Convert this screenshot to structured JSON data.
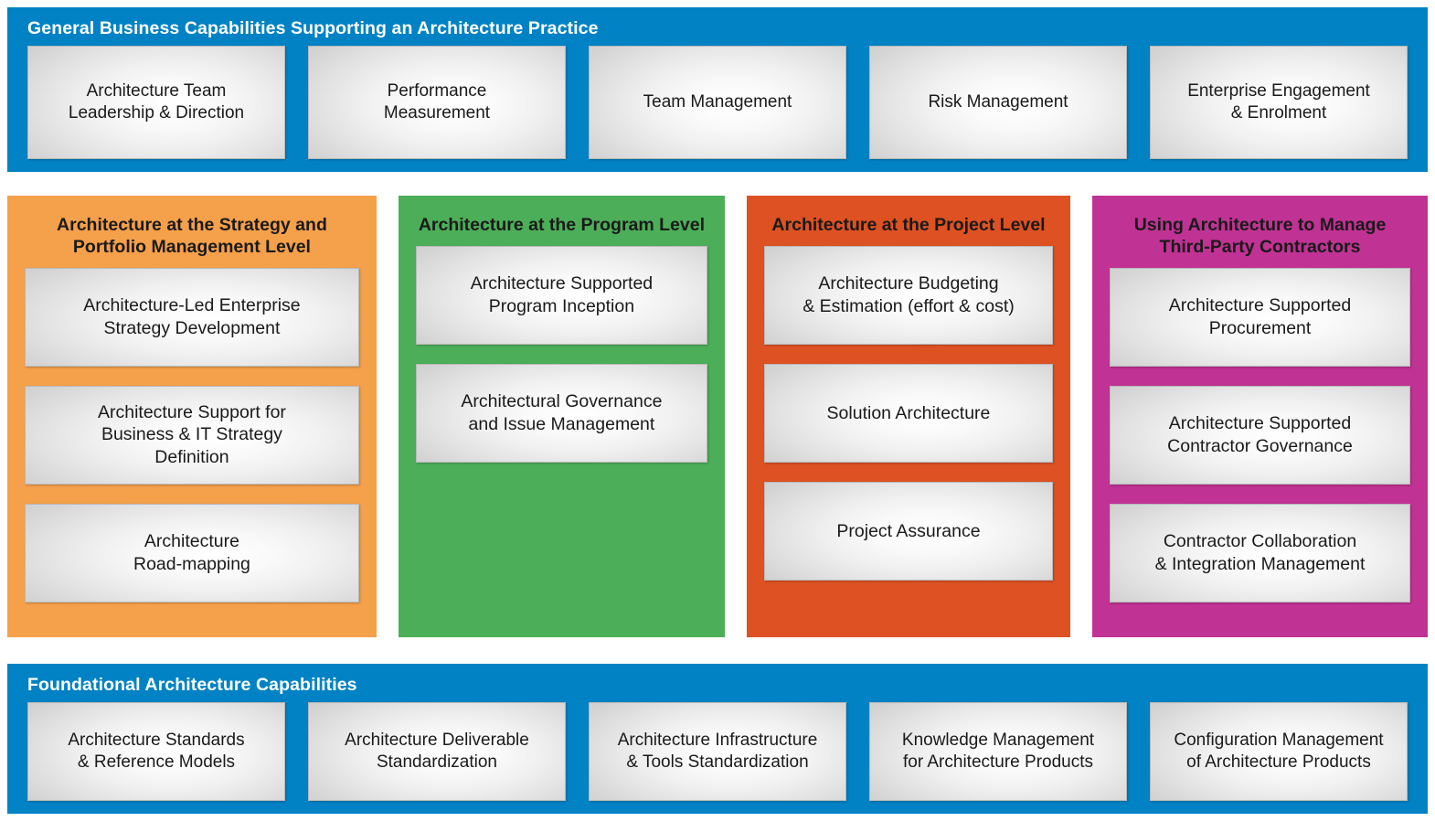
{
  "colors": {
    "banner_blue": "#0082c4",
    "strategy_orange": "#f5a04a",
    "program_green": "#4cae58",
    "project_red": "#dd5122",
    "contractor_magenta": "#c03293",
    "card_grey": "#e2e2e2",
    "banner_title_text": "#ffffff",
    "card_text": "#1a1a1a"
  },
  "top_banner": {
    "title": "General Business Capabilities Supporting an Architecture Practice",
    "cards": [
      {
        "label": "Architecture Team\nLeadership & Direction"
      },
      {
        "label": "Performance\nMeasurement"
      },
      {
        "label": "Team Management"
      },
      {
        "label": "Risk Management"
      },
      {
        "label": "Enterprise Engagement\n& Enrolment"
      }
    ]
  },
  "columns": [
    {
      "key": "strategy",
      "title": "Architecture at the Strategy\nand Portfolio Management\nLevel",
      "color": "#f5a04a",
      "cards": [
        {
          "label": "Architecture-Led Enterprise\nStrategy Development"
        },
        {
          "label": "Architecture Support for\nBusiness & IT Strategy\nDefinition"
        },
        {
          "label": "Architecture\nRoad-mapping"
        }
      ]
    },
    {
      "key": "program",
      "title": "Architecture at the\nProgram Level",
      "color": "#4cae58",
      "cards": [
        {
          "label": "Architecture Supported\nProgram Inception"
        },
        {
          "label": "Architectural Governance\nand Issue Management"
        }
      ]
    },
    {
      "key": "project",
      "title": "Architecture at the\nProject Level",
      "color": "#dd5122",
      "cards": [
        {
          "label": "Architecture Budgeting\n& Estimation (effort & cost)"
        },
        {
          "label": "Solution Architecture"
        },
        {
          "label": "Project Assurance"
        }
      ]
    },
    {
      "key": "contractor",
      "title": "Using Architecture to Manage\nThird-Party Contractors",
      "color": "#c03293",
      "cards": [
        {
          "label": "Architecture Supported\nProcurement"
        },
        {
          "label": "Architecture Supported\nContractor Governance"
        },
        {
          "label": "Contractor Collaboration\n& Integration Management"
        }
      ]
    }
  ],
  "bottom_banner": {
    "title": "Foundational Architecture Capabilities",
    "cards": [
      {
        "label": "Architecture Standards\n& Reference Models"
      },
      {
        "label": "Architecture Deliverable\nStandardization"
      },
      {
        "label": "Architecture Infrastructure\n& Tools Standardization"
      },
      {
        "label": "Knowledge Management\nfor Architecture Products"
      },
      {
        "label": "Configuration Management\nof Architecture Products"
      }
    ]
  }
}
